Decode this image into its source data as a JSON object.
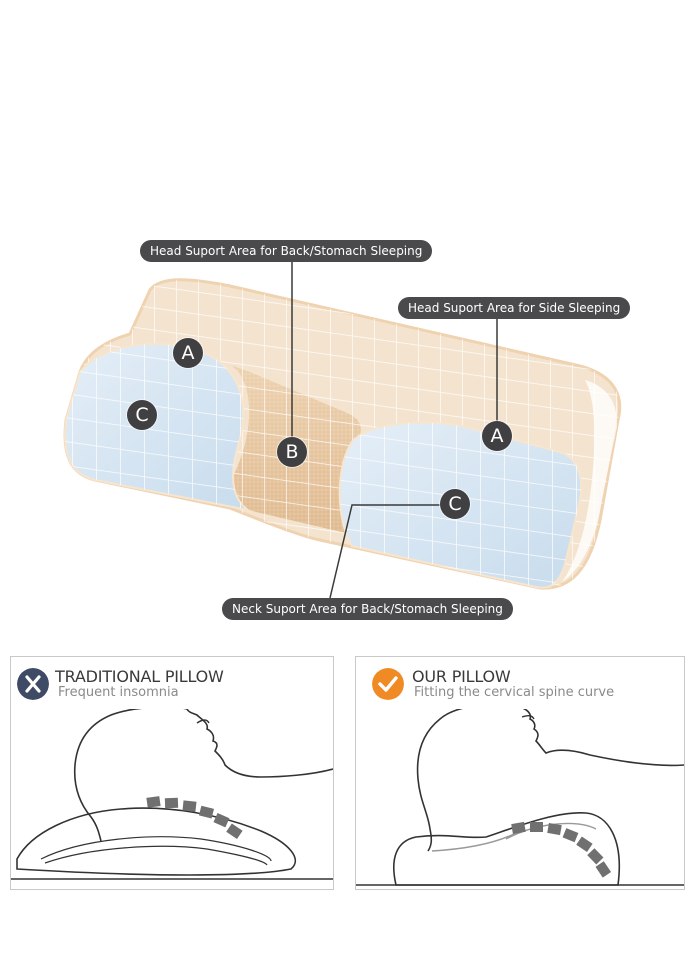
{
  "callouts": {
    "back_stomach_head": "Head Suport Area for Back/Stomach Sleeping",
    "side_head": "Head Suport Area for Side Sleeping",
    "back_stomach_neck": "Neck Suport Area for Back/Stomach Sleeping"
  },
  "zones": {
    "a_left": "A",
    "c_left": "C",
    "b_center": "B",
    "a_right": "A",
    "c_right": "C"
  },
  "comparison": {
    "traditional": {
      "title": "TRADITIONAL PILLOW",
      "subtitle": "Frequent insomnia",
      "icon": "x-icon",
      "icon_color": "#3f4a66"
    },
    "ours": {
      "title": "OUR PILLOW",
      "subtitle": "Fitting the cervical spine curve",
      "icon": "checkmark-icon",
      "icon_color": "#f08a24"
    }
  },
  "colors": {
    "pillow_peach": "#f2dcc2",
    "pillow_center": "#e8c7a0",
    "pillow_blue": "#d6e6f3",
    "callout_bg": "#4a4a4c",
    "spine_marks": "#707070"
  }
}
